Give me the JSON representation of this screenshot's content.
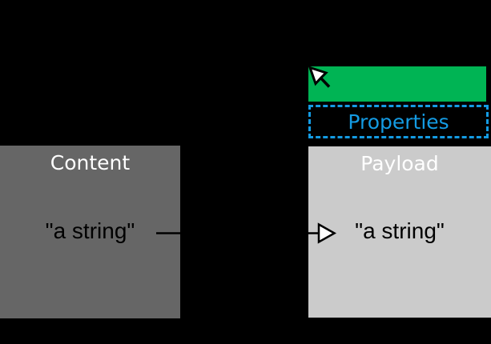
{
  "diagram": {
    "background_color": "#000000",
    "content_box": {
      "title": "Content",
      "value": "\"a string\"",
      "fill_color": "#666666",
      "title_color": "#ffffff",
      "value_color": "#000000"
    },
    "flow_arrow": {
      "line_color": "#000000",
      "head_fill": "#ffffff"
    },
    "message_box": {
      "header_bar": {
        "fill_color": "#00b454"
      },
      "pointer_arrow": {
        "line_color": "#000000",
        "head_fill": "#ffffff"
      },
      "properties": {
        "label": "Properties",
        "accent_color": "#149be3"
      },
      "payload": {
        "title": "Payload",
        "value": "\"a string\"",
        "fill_color": "#cbcbcb",
        "title_color": "#ffffff",
        "value_color": "#000000"
      }
    }
  }
}
